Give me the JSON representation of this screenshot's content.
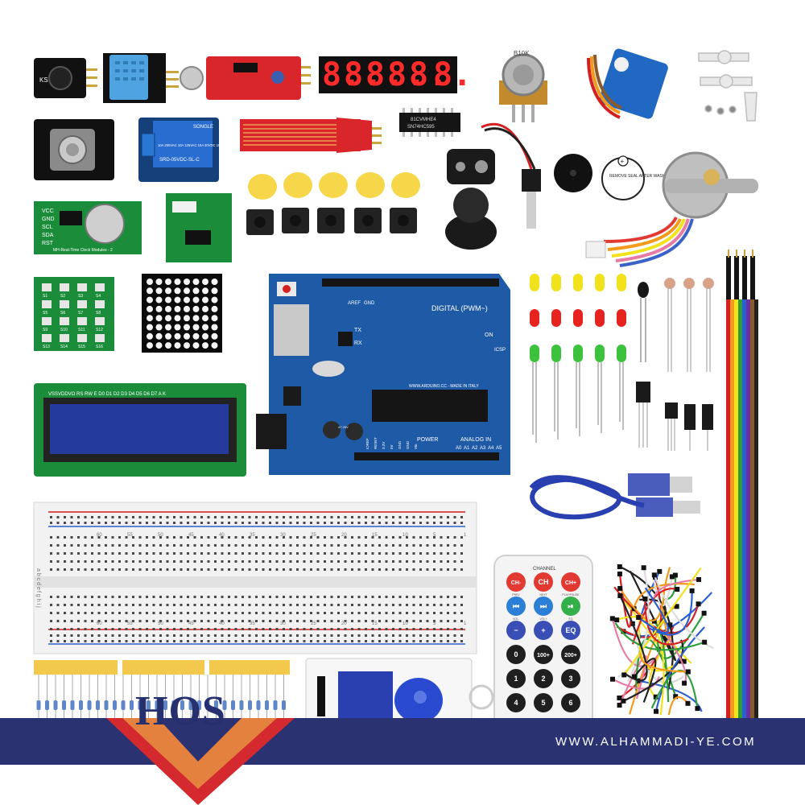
{
  "modules": {
    "ks_label": "KS",
    "relay_brand": "SONGLE",
    "relay_spec": "10A 250VAC 10A 125VAC 10A 30VDC 10A 28VDC",
    "relay_model": "SRD-05VDC-SL-C",
    "shift_register": "SN74HC595",
    "shift_register_code": "81CVMHE4",
    "potentiometer": "B10K",
    "rtc_pins": [
      "VCC",
      "GND",
      "SCL",
      "SDA",
      "RST"
    ],
    "rtc_label": "MH-Real-Time Clock Modules - 2",
    "keypad_keys": [
      "S1",
      "S2",
      "S3",
      "S4",
      "S5",
      "S6",
      "S7",
      "S8",
      "S9",
      "S10",
      "S11",
      "S12",
      "S13",
      "S14",
      "S15",
      "S16"
    ],
    "buzzer_sticker": "REMOVE SEAL AFTER WASHING",
    "buzzer_plus": "+",
    "lcd_header": "VSSVDDVO RS RW E D0 D1 D2 D3 D4 D5 D6 D7 A K",
    "seven_seg_digits": [
      "8.",
      "8.",
      "8.",
      "8.",
      "8.",
      "8."
    ]
  },
  "arduino": {
    "digital_label": "DIGITAL (PWM~)",
    "analog_label": "ANALOG IN",
    "power_label": "POWER",
    "made_in": "WWW.ARDUINO.CC - MADE IN ITALY",
    "aref": "AREF",
    "gnd": "GND",
    "tx": "TX",
    "rx": "RX",
    "on": "ON",
    "icsp": "ICSP",
    "power_pins": [
      "IOREF",
      "RESET",
      "3.3V",
      "5V",
      "GND",
      "GND",
      "Vin"
    ],
    "analog_pins": [
      "A0",
      "A1",
      "A2",
      "A3",
      "A4",
      "A5"
    ],
    "cap_label": "47 25V"
  },
  "breadboard": {
    "rows_top": "a b c d e",
    "rows_bottom": "f g h i j",
    "numbers": [
      "60",
      "55",
      "50",
      "45",
      "40",
      "35",
      "30",
      "25",
      "20",
      "15",
      "10",
      "5",
      "1"
    ]
  },
  "remote": {
    "header": "CHANNEL",
    "buttons": [
      {
        "label": "CH-",
        "sub": "PREV",
        "color": "#e23a32"
      },
      {
        "label": "CH",
        "sub": "NEXT",
        "color": "#e23a32"
      },
      {
        "label": "CH+",
        "sub": "PLAY/PAUSE",
        "color": "#e23a32"
      },
      {
        "label": "⏮",
        "sub": "VOL-",
        "color": "#2c7fd6"
      },
      {
        "label": "⏭",
        "sub": "VOL+",
        "color": "#2c7fd6"
      },
      {
        "label": "⏯",
        "sub": "EQ",
        "color": "#33b04a"
      },
      {
        "label": "−",
        "sub": "",
        "color": "#3a4fb5"
      },
      {
        "label": "+",
        "sub": "",
        "color": "#3a4fb5"
      },
      {
        "label": "EQ",
        "sub": "",
        "color": "#3a4fb5"
      },
      {
        "label": "0",
        "sub": "",
        "color": "#1f1f1f"
      },
      {
        "label": "100+",
        "sub": "",
        "color": "#1f1f1f"
      },
      {
        "label": "200+",
        "sub": "",
        "color": "#1f1f1f"
      },
      {
        "label": "1",
        "sub": "",
        "color": "#1f1f1f"
      },
      {
        "label": "2",
        "sub": "",
        "color": "#1f1f1f"
      },
      {
        "label": "3",
        "sub": "",
        "color": "#1f1f1f"
      },
      {
        "label": "4",
        "sub": "",
        "color": "#1f1f1f"
      },
      {
        "label": "5",
        "sub": "",
        "color": "#1f1f1f"
      },
      {
        "label": "6",
        "sub": "",
        "color": "#1f1f1f"
      }
    ]
  },
  "branding": {
    "logo_text": "HOS",
    "website": "WWW.ALHAMMADI-YE.COM",
    "banner_color": "#2a3272",
    "chevron_color": "#d42a2f"
  },
  "colors": {
    "arduino_blue": "#1f5aa6",
    "led_yellow": "#f2e21c",
    "led_red": "#e6231f",
    "led_green": "#3cc23c",
    "module_red": "#d8262a",
    "module_green": "#1b8d3a"
  }
}
